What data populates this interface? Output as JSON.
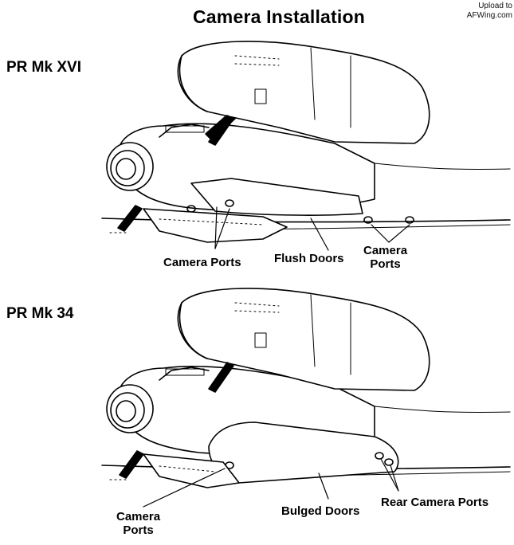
{
  "title": "Camera Installation",
  "watermark": {
    "line1": "Upload to",
    "line2": "AFWing.com"
  },
  "variants": [
    {
      "name": "PR Mk XVI",
      "labels": {
        "camera_ports": "Camera Ports",
        "flush_doors": "Flush Doors",
        "camera_ports_rear_line1": "Camera",
        "camera_ports_rear_line2": "Ports"
      }
    },
    {
      "name": "PR Mk 34",
      "labels": {
        "camera_ports_line1": "Camera",
        "camera_ports_line2": "Ports",
        "bulged_doors": "Bulged Doors",
        "rear_camera_ports": "Rear Camera Ports"
      }
    }
  ]
}
